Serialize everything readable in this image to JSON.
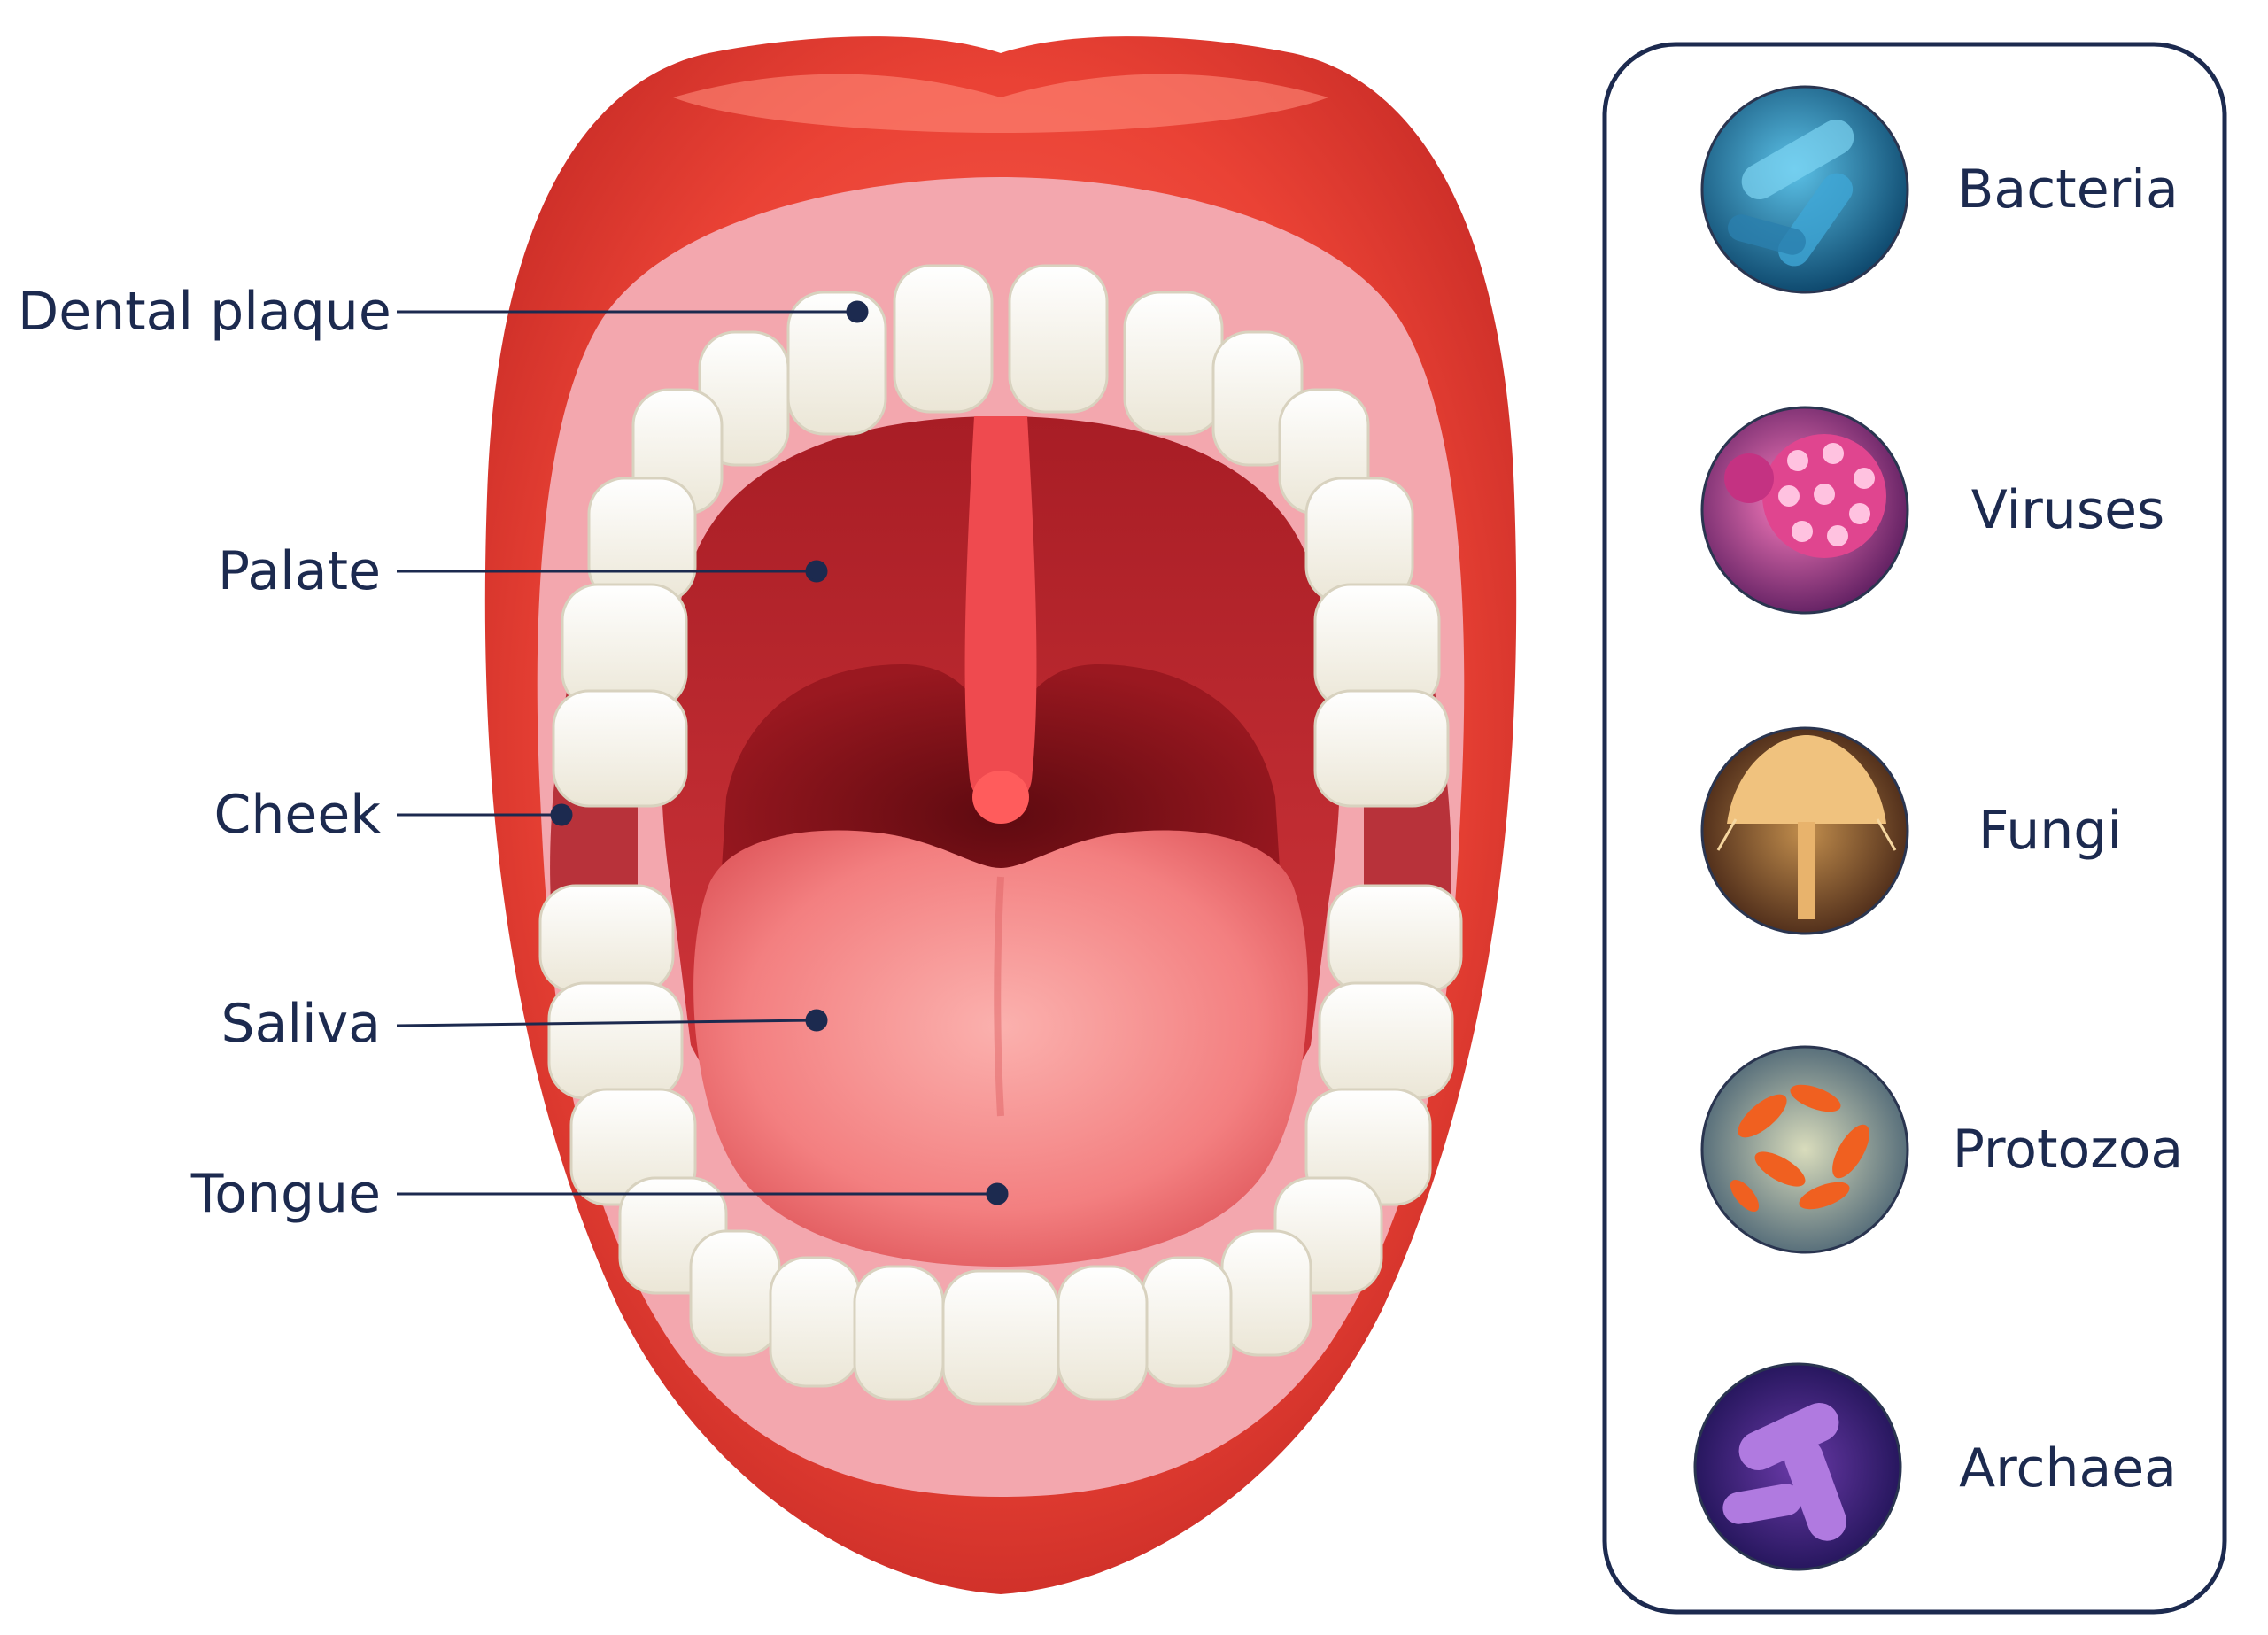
{
  "mouth_labels": [
    {
      "id": "dental-plaque",
      "text": "Dental plaque"
    },
    {
      "id": "palate",
      "text": "Palate"
    },
    {
      "id": "cheek",
      "text": "Cheek"
    },
    {
      "id": "saliva",
      "text": "Saliva"
    },
    {
      "id": "tongue",
      "text": "Tongue"
    }
  ],
  "microbes": [
    {
      "id": "bacteria",
      "text": "Bacteria",
      "icon": "bacteria-icon"
    },
    {
      "id": "viruses",
      "text": "Viruses",
      "icon": "virus-icon"
    },
    {
      "id": "fungi",
      "text": "Fungi",
      "icon": "fungi-icon"
    },
    {
      "id": "protozoa",
      "text": "Protozoa",
      "icon": "protozoa-icon"
    },
    {
      "id": "archaea",
      "text": "Archaea",
      "icon": "archaea-icon"
    }
  ],
  "colors": {
    "text": "#1c2a4f",
    "leader_line": "#1c2a4f",
    "panel_border": "#1c2a4f",
    "lips": "#e8443a",
    "inner_mouth": "#b3232a",
    "tongue": "#f07b7c",
    "gums": "#f3a7ae",
    "teeth": "#f7f5ec"
  }
}
